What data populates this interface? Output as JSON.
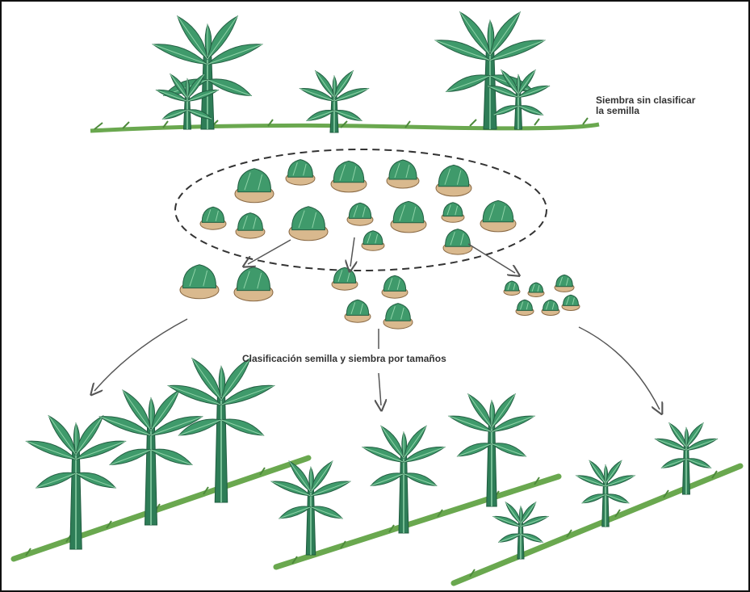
{
  "captions": {
    "unsorted_line1": "Siembra sin clasificar",
    "unsorted_line2": "la semilla",
    "sorted": "Clasificación semilla y siembra por tamaños"
  },
  "colors": {
    "leaf": "#3f9a6b",
    "leaf_light": "#8fd3a8",
    "stem": "#2e7d57",
    "ground": "#6aa84f",
    "soil": "#b08a5e",
    "arrow": "#555555"
  }
}
